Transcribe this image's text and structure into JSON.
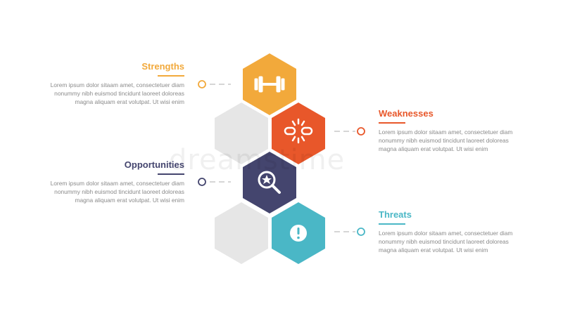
{
  "items": [
    {
      "key": "strengths",
      "title": "Strengths",
      "color": "#f2a93b",
      "icon": "dumbbell-icon",
      "lines": [
        "Lorem ipsum dolor sitaam amet, consectetuer diam",
        "nonummy  nibh euismod tincidunt laoreet doloreas",
        "magna aliquam erat volutpat. Ut wisi enim"
      ]
    },
    {
      "key": "weaknesses",
      "title": "Weaknesses",
      "color": "#e8572a",
      "icon": "broken-chain-icon",
      "lines": [
        "Lorem ipsum dolor sitaam amet, consectetuer diam",
        "nonummy  nibh euismod tincidunt laoreet doloreas",
        "magna aliquam erat volutpat. Ut wisi enim"
      ]
    },
    {
      "key": "opportunities",
      "title": "Opportunities",
      "color": "#44456e",
      "icon": "magnifier-star-icon",
      "lines": [
        "Lorem ipsum dolor sitaam amet, consectetuer diam",
        "nonummy  nibh euismod tincidunt laoreet doloreas",
        "magna aliquam erat volutpat. Ut wisi enim"
      ]
    },
    {
      "key": "threats",
      "title": "Threats",
      "color": "#4ab7c6",
      "icon": "exclamation-icon",
      "lines": [
        "Lorem ipsum dolor sitaam amet, consectetuer diam",
        "nonummy  nibh euismod tincidunt laoreet doloreas",
        "magna aliquam erat volutpat. Ut wisi enim"
      ]
    }
  ],
  "neutral_hex_color": "#e6e6e6",
  "watermark": "dreamstime"
}
